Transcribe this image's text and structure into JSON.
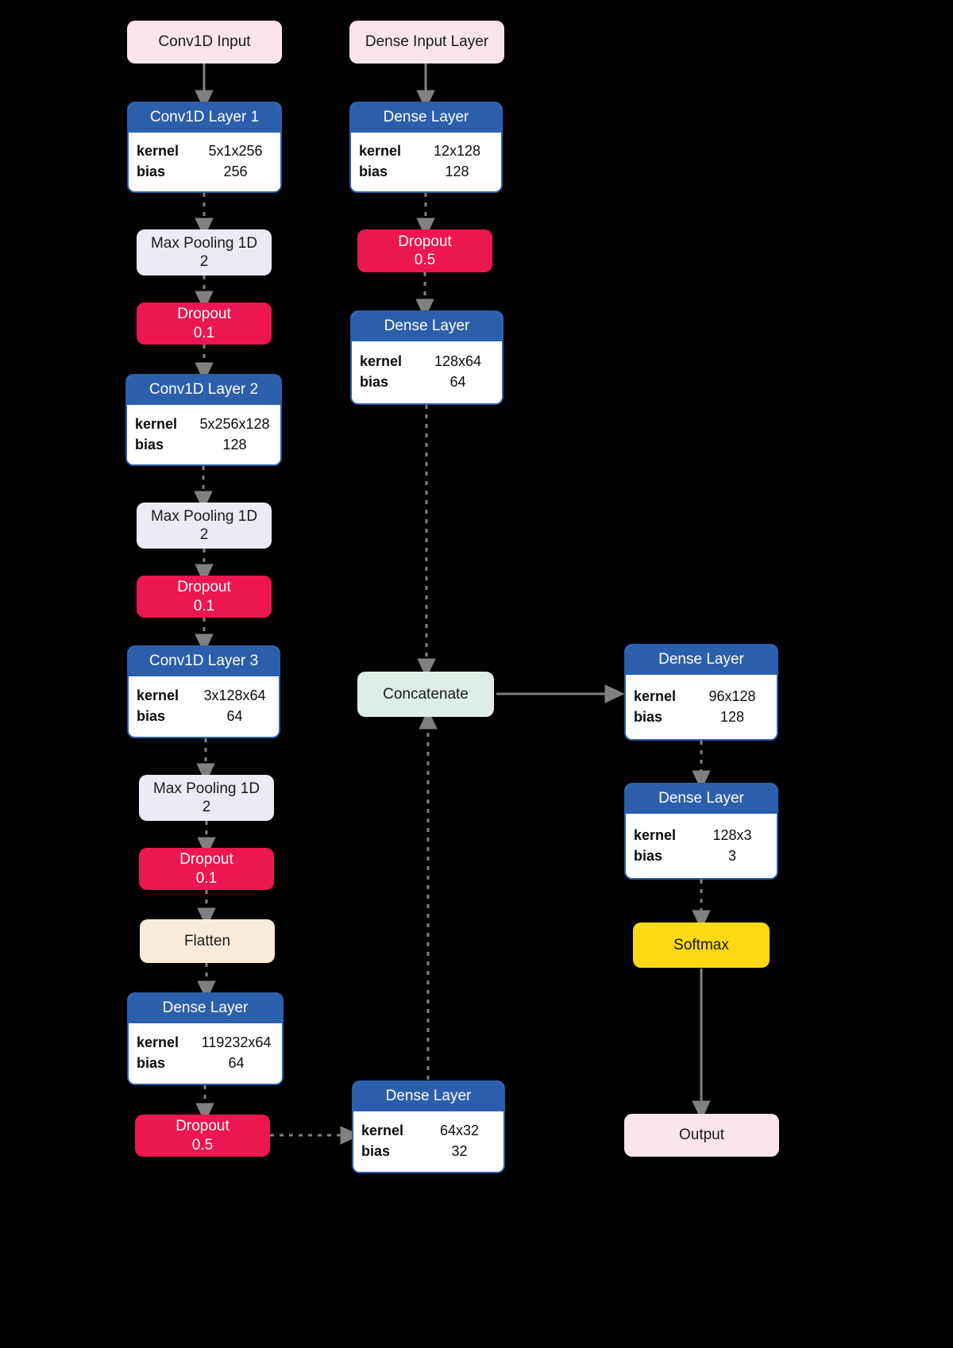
{
  "diagram": {
    "type": "neural-network-architecture",
    "title": "Keras multi-branch CNN + Dense model",
    "colors": {
      "background": "#000000",
      "layer_header": "#2B5FAC",
      "input": "#FBE4EC",
      "pooling": "#EDEAF4",
      "dropout": "#EC1650",
      "flatten": "#FDEBDA",
      "concatenate": "#DEEDE5",
      "softmax": "#FCD913",
      "output": "#FBE4EC",
      "edge": "#808080"
    },
    "param_labels": {
      "kernel": "kernel",
      "bias": "bias"
    }
  },
  "nodes": {
    "conv_input": {
      "label": "Conv1D Input"
    },
    "dense_input": {
      "label": "Dense Input Layer"
    },
    "conv1": {
      "title": "Conv1D Layer 1",
      "kernel": "5x1x256",
      "bias": "256"
    },
    "pool1": {
      "label": "Max Pooling 1D",
      "value": "2"
    },
    "drop1": {
      "label": "Dropout",
      "value": "0.1"
    },
    "conv2": {
      "title": "Conv1D Layer 2",
      "kernel": "5x256x128",
      "bias": "128"
    },
    "pool2": {
      "label": "Max Pooling 1D",
      "value": "2"
    },
    "drop2": {
      "label": "Dropout",
      "value": "0.1"
    },
    "conv3": {
      "title": "Conv1D Layer 3",
      "kernel": "3x128x64",
      "bias": "64"
    },
    "pool3": {
      "label": "Max Pooling 1D",
      "value": "2"
    },
    "drop3": {
      "label": "Dropout",
      "value": "0.1"
    },
    "flatten": {
      "label": "Flatten"
    },
    "dense_flat": {
      "title": "Dense Layer",
      "kernel": "119232x64",
      "bias": "64"
    },
    "drop_flat": {
      "label": "Dropout",
      "value": "0.5"
    },
    "dense_b1": {
      "title": "Dense Layer",
      "kernel": "12x128",
      "bias": "128"
    },
    "drop_b1": {
      "label": "Dropout",
      "value": "0.5"
    },
    "dense_b2": {
      "title": "Dense Layer",
      "kernel": "128x64",
      "bias": "64"
    },
    "dense_merge_in": {
      "title": "Dense Layer",
      "kernel": "64x32",
      "bias": "32"
    },
    "concatenate": {
      "label": "Concatenate"
    },
    "dense_m1": {
      "title": "Dense Layer",
      "kernel": "96x128",
      "bias": "128"
    },
    "dense_m2": {
      "title": "Dense Layer",
      "kernel": "128x3",
      "bias": "3"
    },
    "softmax": {
      "label": "Softmax"
    },
    "output": {
      "label": "Output"
    }
  }
}
